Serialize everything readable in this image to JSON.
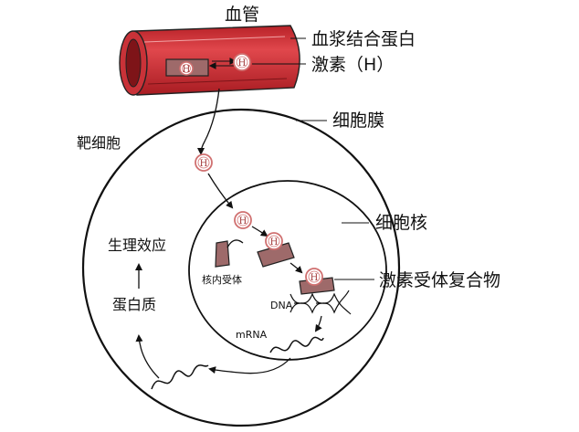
{
  "labels": {
    "blood_vessel": "血管",
    "plasma_binding_protein": "血浆结合蛋白",
    "hormone": "激素（H）",
    "cell_membrane": "细胞膜",
    "target_cell": "靶细胞",
    "nucleus": "细胞核",
    "physiological_effect": "生理效应",
    "nuclear_receptor": "核内受体",
    "hormone_receptor_complex": "激素受体复合物",
    "protein": "蛋白质",
    "dna": "DNA",
    "mrna": "mRNA"
  },
  "hormone_symbol": "H",
  "colors": {
    "vessel_red": "#d6343a",
    "vessel_dark": "#8a1818",
    "protein_brown": "#9e6a6a",
    "hormone_ring": "#d07070",
    "line": "#111111"
  }
}
